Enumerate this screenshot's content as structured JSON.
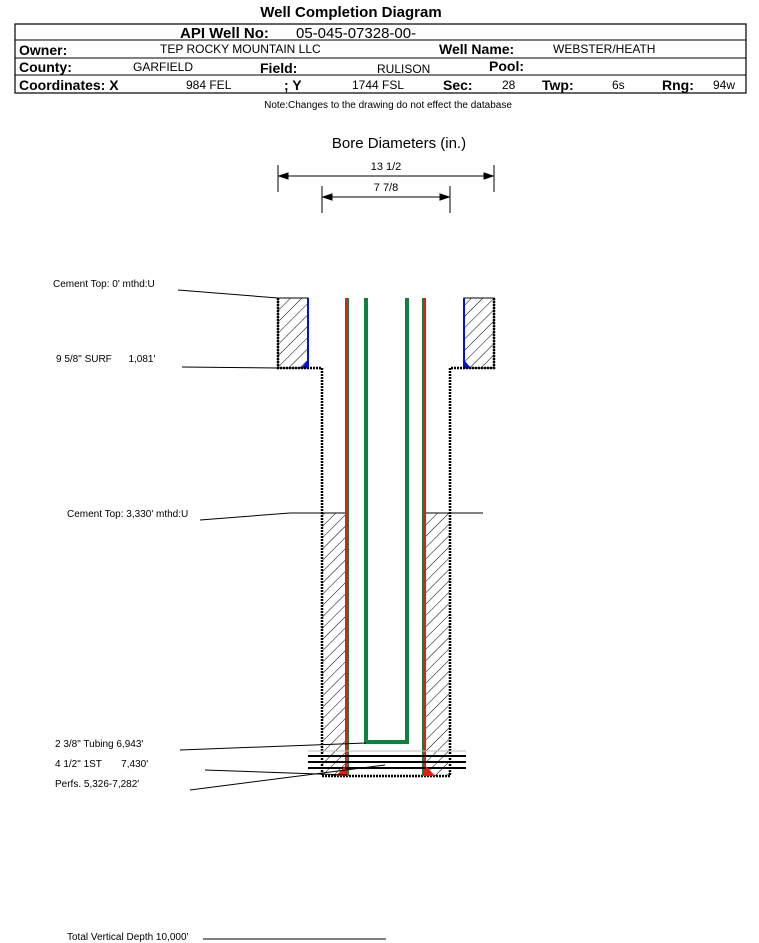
{
  "title": "Well Completion Diagram",
  "header": {
    "api_label": "API Well No:",
    "api_value": "05-045-07328-00-",
    "owner_label": "Owner:",
    "owner_value": "TEP ROCKY MOUNTAIN LLC",
    "well_name_label": "Well Name:",
    "well_name_value": "WEBSTER/HEATH",
    "county_label": "County:",
    "county_value": "GARFIELD",
    "field_label": "Field:",
    "field_value": "RULISON",
    "pool_label": "Pool:",
    "coord_x_label": "Coordinates: X",
    "coord_x_value": "984 FEL",
    "coord_y_label": "; Y",
    "coord_y_value": "1744 FSL",
    "sec_label": "Sec:",
    "sec_value": "28",
    "twp_label": "Twp:",
    "twp_value": "6s",
    "rng_label": "Rng:",
    "rng_value": "94w"
  },
  "note": "Note:Changes to the drawing do not effect the database",
  "diagram": {
    "bore_title": "Bore Diameters (in.)",
    "bore_outer": "13 1/2",
    "bore_inner": "7 7/8",
    "labels": {
      "cement_top_surface": "Cement Top: 0' mthd:U",
      "surface_casing": "9 5/8\" SURF      1,081'",
      "cement_top_production": "Cement Top: 3,330' mthd:U",
      "tubing": "2 3/8\" Tubing 6,943'",
      "production_casing": "4 1/2\" 1ST       7,430'",
      "perfs": "Perfs. 5,326-7,282'",
      "tvd": "Total Vertical Depth 10,000'"
    },
    "colors": {
      "casing": "#e02010",
      "tubing": "#108040",
      "cement_edge": "#0010e0"
    }
  }
}
